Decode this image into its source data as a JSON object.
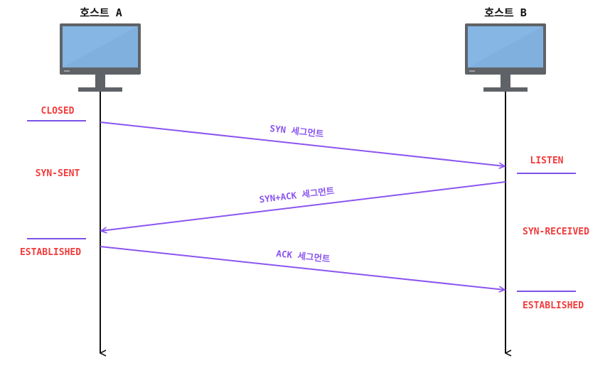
{
  "colors": {
    "state_text": "#f23b3b",
    "marker_line": "#7b52e8",
    "message_arrow": "#8b55f0",
    "timeline": "#111111",
    "monitor_frame": "#5f6368",
    "monitor_screen": "#86b6e3"
  },
  "hosts": {
    "a": {
      "title": "호스트 A",
      "icon": "monitor-icon"
    },
    "b": {
      "title": "호스트 B",
      "icon": "monitor-icon"
    }
  },
  "states": {
    "a": {
      "closed": "CLOSED",
      "syn_sent": "SYN-SENT",
      "established": "ESTABLISHED"
    },
    "b": {
      "listen": "LISTEN",
      "syn_received": "SYN-RECEIVED",
      "established": "ESTABLISHED"
    }
  },
  "messages": {
    "syn": "SYN 세그먼트",
    "syn_ack": "SYN+ACK 세그먼트",
    "ack": "ACK 세그먼트"
  }
}
